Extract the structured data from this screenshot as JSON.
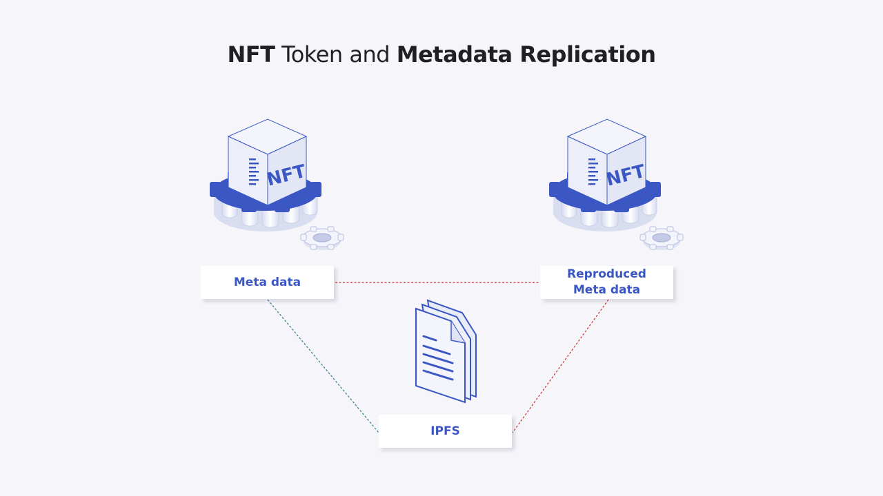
{
  "title": {
    "part1": "NFT",
    "part2": " Token and ",
    "part3": "Metadata Replication"
  },
  "nodes": {
    "meta": {
      "label": "Meta data"
    },
    "reproduced": {
      "line1": "Reproduced",
      "line2": "Meta data"
    },
    "ipfs": {
      "label": "IPFS"
    }
  },
  "cube_label": "NFT",
  "icons": [
    "nft-cube-gear-icon",
    "nft-cube-gear-icon",
    "document-stack-icon"
  ],
  "colors": {
    "accent": "#3b57c4",
    "line_red": "#c8322f",
    "line_teal": "#2f7d86",
    "background": "#f5f5fa"
  }
}
